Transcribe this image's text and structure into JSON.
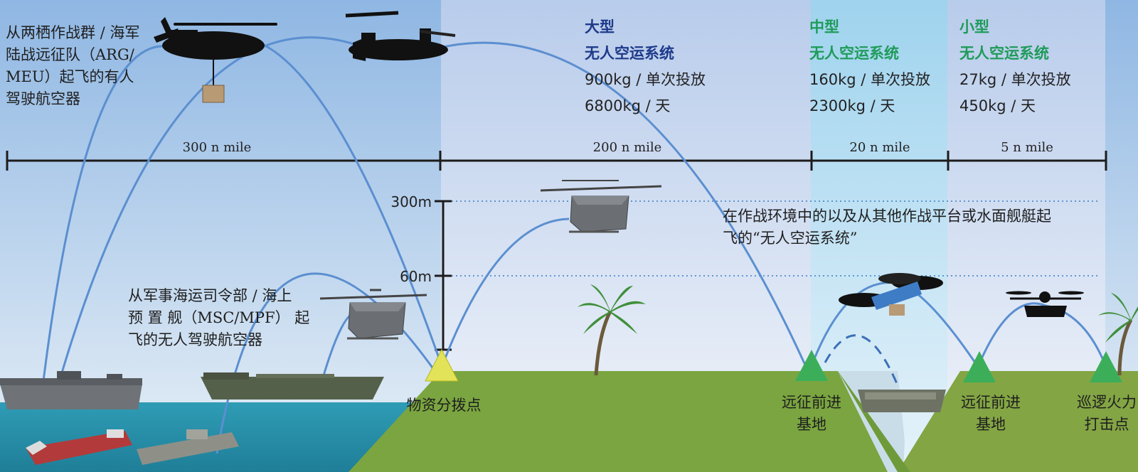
{
  "origin_manned": "从两栖作战群 / 海军陆战远征队（ARG/MEU）起飞的有人驾驶航空器",
  "origin_manned_lines": [
    "从两栖作战群 / 海军",
    "陆战远征队（ARG/",
    "MEU）起飞的有人",
    "驾驶航空器"
  ],
  "origin_unmanned_lines": [
    "从军事海运司令部 / 海上",
    "预 置 舰（MSC/MPF） 起",
    "飞的无人驾驶航空器"
  ],
  "environment_note_lines": [
    "在作战环境中的以及从其他作战平台或水面舰艇起",
    "飞的“无人空运系统”"
  ],
  "systems": [
    {
      "size": "大型",
      "name": "无人空运系统",
      "payload": "900kg / 单次投放",
      "daily": "6800kg / 天",
      "color": "#1e3a8a"
    },
    {
      "size": "中型",
      "name": "无人空运系统",
      "payload": "160kg / 单次投放",
      "daily": "2300kg / 天",
      "color": "#1f9b5a"
    },
    {
      "size": "小型",
      "name": "无人空运系统",
      "payload": "27kg / 单次投放",
      "daily": "450kg / 天",
      "color": "#1f9b5a"
    }
  ],
  "distances": [
    "300 n mile",
    "200 n mile",
    "20 n mile",
    "5 n mile"
  ],
  "altitudes": [
    "300m",
    "60m"
  ],
  "places": {
    "distribution_point": "物资分拨点",
    "expeditionary_base_1": [
      "远征前进",
      "基地"
    ],
    "expeditionary_base_2": [
      "远征前进",
      "基地"
    ],
    "loitering_fire": [
      "巡逻火力",
      "打击点"
    ]
  },
  "colors": {
    "sky": "#a9c9e8",
    "sea": "#2b96b0",
    "land": "#7aa540",
    "trajectory": "#5b8fd0",
    "dist_marker": "#e3e35a",
    "base_marker": "#3cae5a"
  }
}
